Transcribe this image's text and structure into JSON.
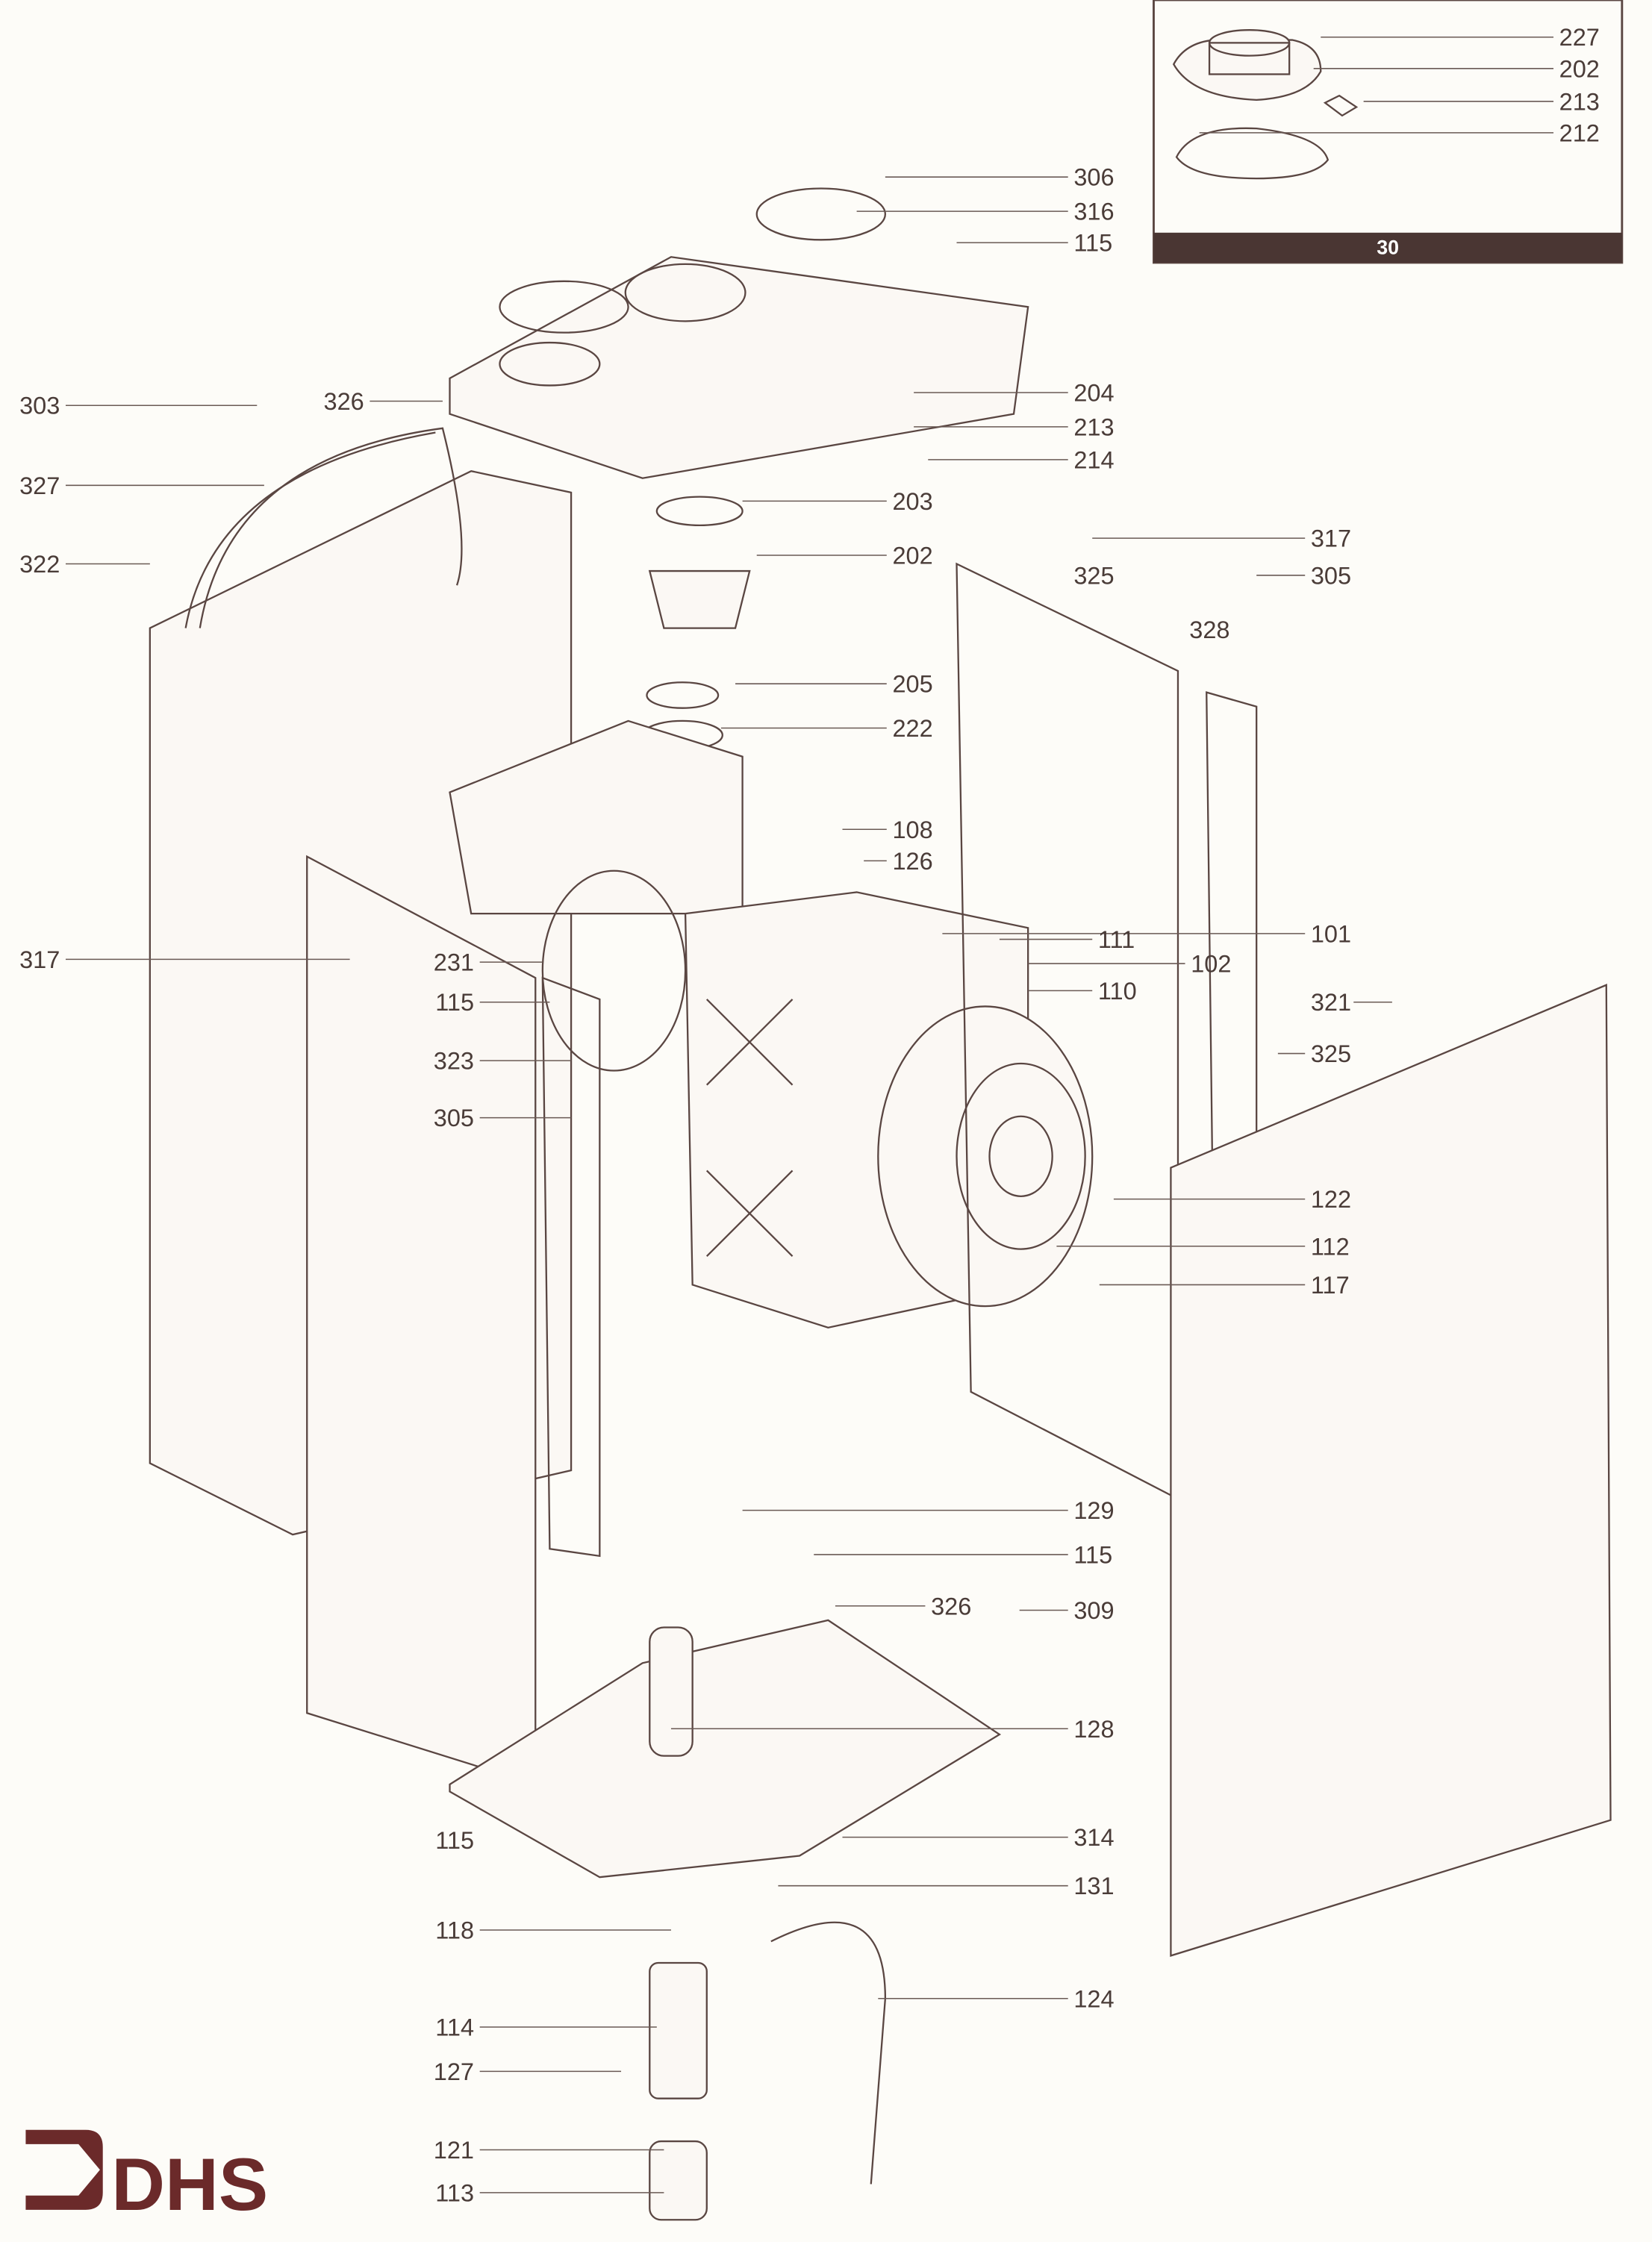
{
  "logo": {
    "text": "DHS",
    "color": "#6b2a2a"
  },
  "inset": {
    "footer_label": "30",
    "callouts": [
      "227",
      "202",
      "213",
      "212"
    ]
  },
  "callouts_right": [
    "306",
    "316",
    "115",
    "204",
    "213",
    "214",
    "203",
    "202",
    "205",
    "222",
    "108",
    "126",
    "317",
    "325",
    "305",
    "328",
    "101",
    "111",
    "102",
    "110",
    "321",
    "325",
    "122",
    "112",
    "117",
    "129",
    "115",
    "326",
    "309",
    "128",
    "314",
    "131",
    "124"
  ],
  "callouts_left": [
    "303",
    "326",
    "327",
    "322",
    "317",
    "231",
    "115",
    "323",
    "305",
    "115",
    "118",
    "114",
    "127",
    "121",
    "113"
  ],
  "colors": {
    "ink": "#5a4642",
    "footer_bg": "#4a3633",
    "paper": "#fdfcf8"
  }
}
